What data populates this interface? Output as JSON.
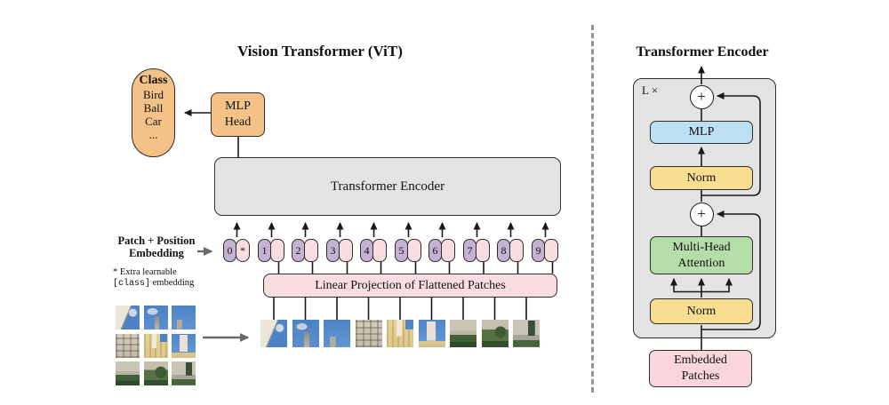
{
  "left": {
    "title": "Vision Transformer (ViT)",
    "class_pill": {
      "heading": "Class",
      "items": [
        "Bird",
        "Ball",
        "Car",
        "..."
      ]
    },
    "mlp_head": {
      "line1": "MLP",
      "line2": "Head"
    },
    "encoder_box": "Transformer Encoder",
    "embedding_label": {
      "line1": "Patch + Position",
      "line2": "Embedding"
    },
    "footnote": {
      "line1": "* Extra learnable",
      "code": "[class]",
      "rest": "embedding"
    },
    "linear_projection": "Linear Projection of Flattened Patches",
    "tokens": [
      "0",
      "1",
      "2",
      "3",
      "4",
      "5",
      "6",
      "7",
      "8",
      "9"
    ],
    "class_token_star": "*"
  },
  "right": {
    "title": "Transformer Encoder",
    "loop_label": "L ×",
    "plus": "+",
    "mlp": "MLP",
    "norm_top": "Norm",
    "attention": {
      "line1": "Multi-Head",
      "line2": "Attention"
    },
    "norm_bottom": "Norm",
    "embedded": {
      "line1": "Embedded",
      "line2": "Patches"
    }
  },
  "colors": {
    "accent_orange": "#f4c287",
    "token_purple": "#c4b2d3",
    "token_pink": "#fadde0",
    "box_gray": "#e3e3e3",
    "mlp_blue": "#bcdff2",
    "norm_yellow": "#f7de91",
    "attention_green": "#b5dda9",
    "embedded_pink": "#f9d6db"
  }
}
